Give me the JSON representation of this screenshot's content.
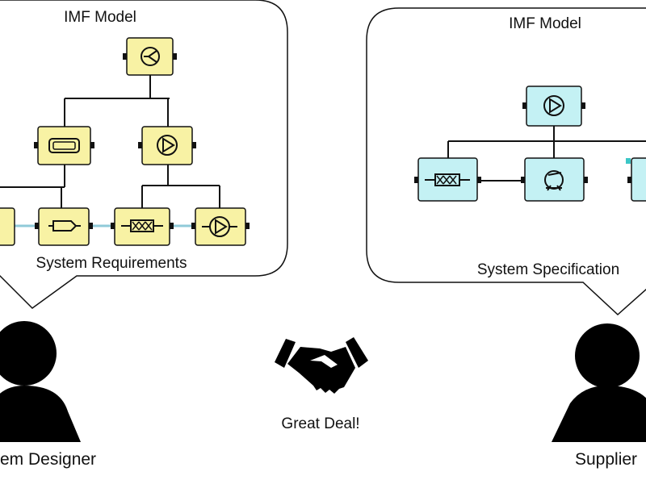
{
  "left_bubble": {
    "title": "IMF Model",
    "caption": "System Requirements",
    "block_fill": "#f8f2a4"
  },
  "right_bubble": {
    "title": "IMF Model",
    "caption": "System Specification",
    "block_fill": "#c4f1f4"
  },
  "left_person": {
    "label": "em Designer",
    "icon": "person-icon"
  },
  "right_person": {
    "label": "Supplier",
    "icon": "person-icon"
  },
  "center": {
    "label": "Great Deal!",
    "icon": "handshake-icon"
  },
  "colors": {
    "stroke": "#111111",
    "connector": "#8fcad8",
    "accent_dot": "#3cc6c6"
  }
}
